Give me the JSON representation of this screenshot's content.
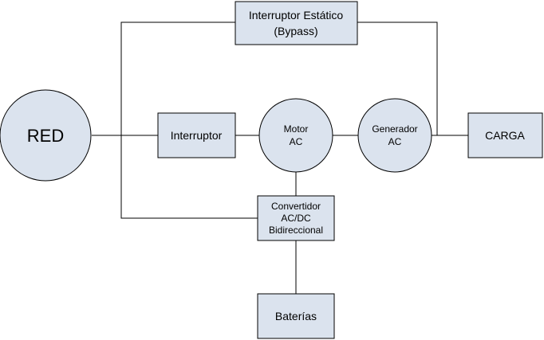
{
  "diagram": {
    "colors": {
      "node_fill": "#dbe3ee",
      "stroke": "#000000",
      "text": "#000000",
      "background": "#ffffff"
    },
    "nodes": {
      "red": {
        "label": "RED"
      },
      "bypass": {
        "line1": "Interruptor Estático",
        "line2": "(Bypass)"
      },
      "interruptor": {
        "label": "Interruptor"
      },
      "motor": {
        "line1": "Motor",
        "line2": "AC"
      },
      "generador": {
        "line1": "Generador",
        "line2": "AC"
      },
      "carga": {
        "label": "CARGA"
      },
      "convertidor": {
        "line1": "Convertidor",
        "line2": "AC/DC",
        "line3": "Bidireccional"
      },
      "baterias": {
        "label": "Baterías"
      }
    }
  }
}
